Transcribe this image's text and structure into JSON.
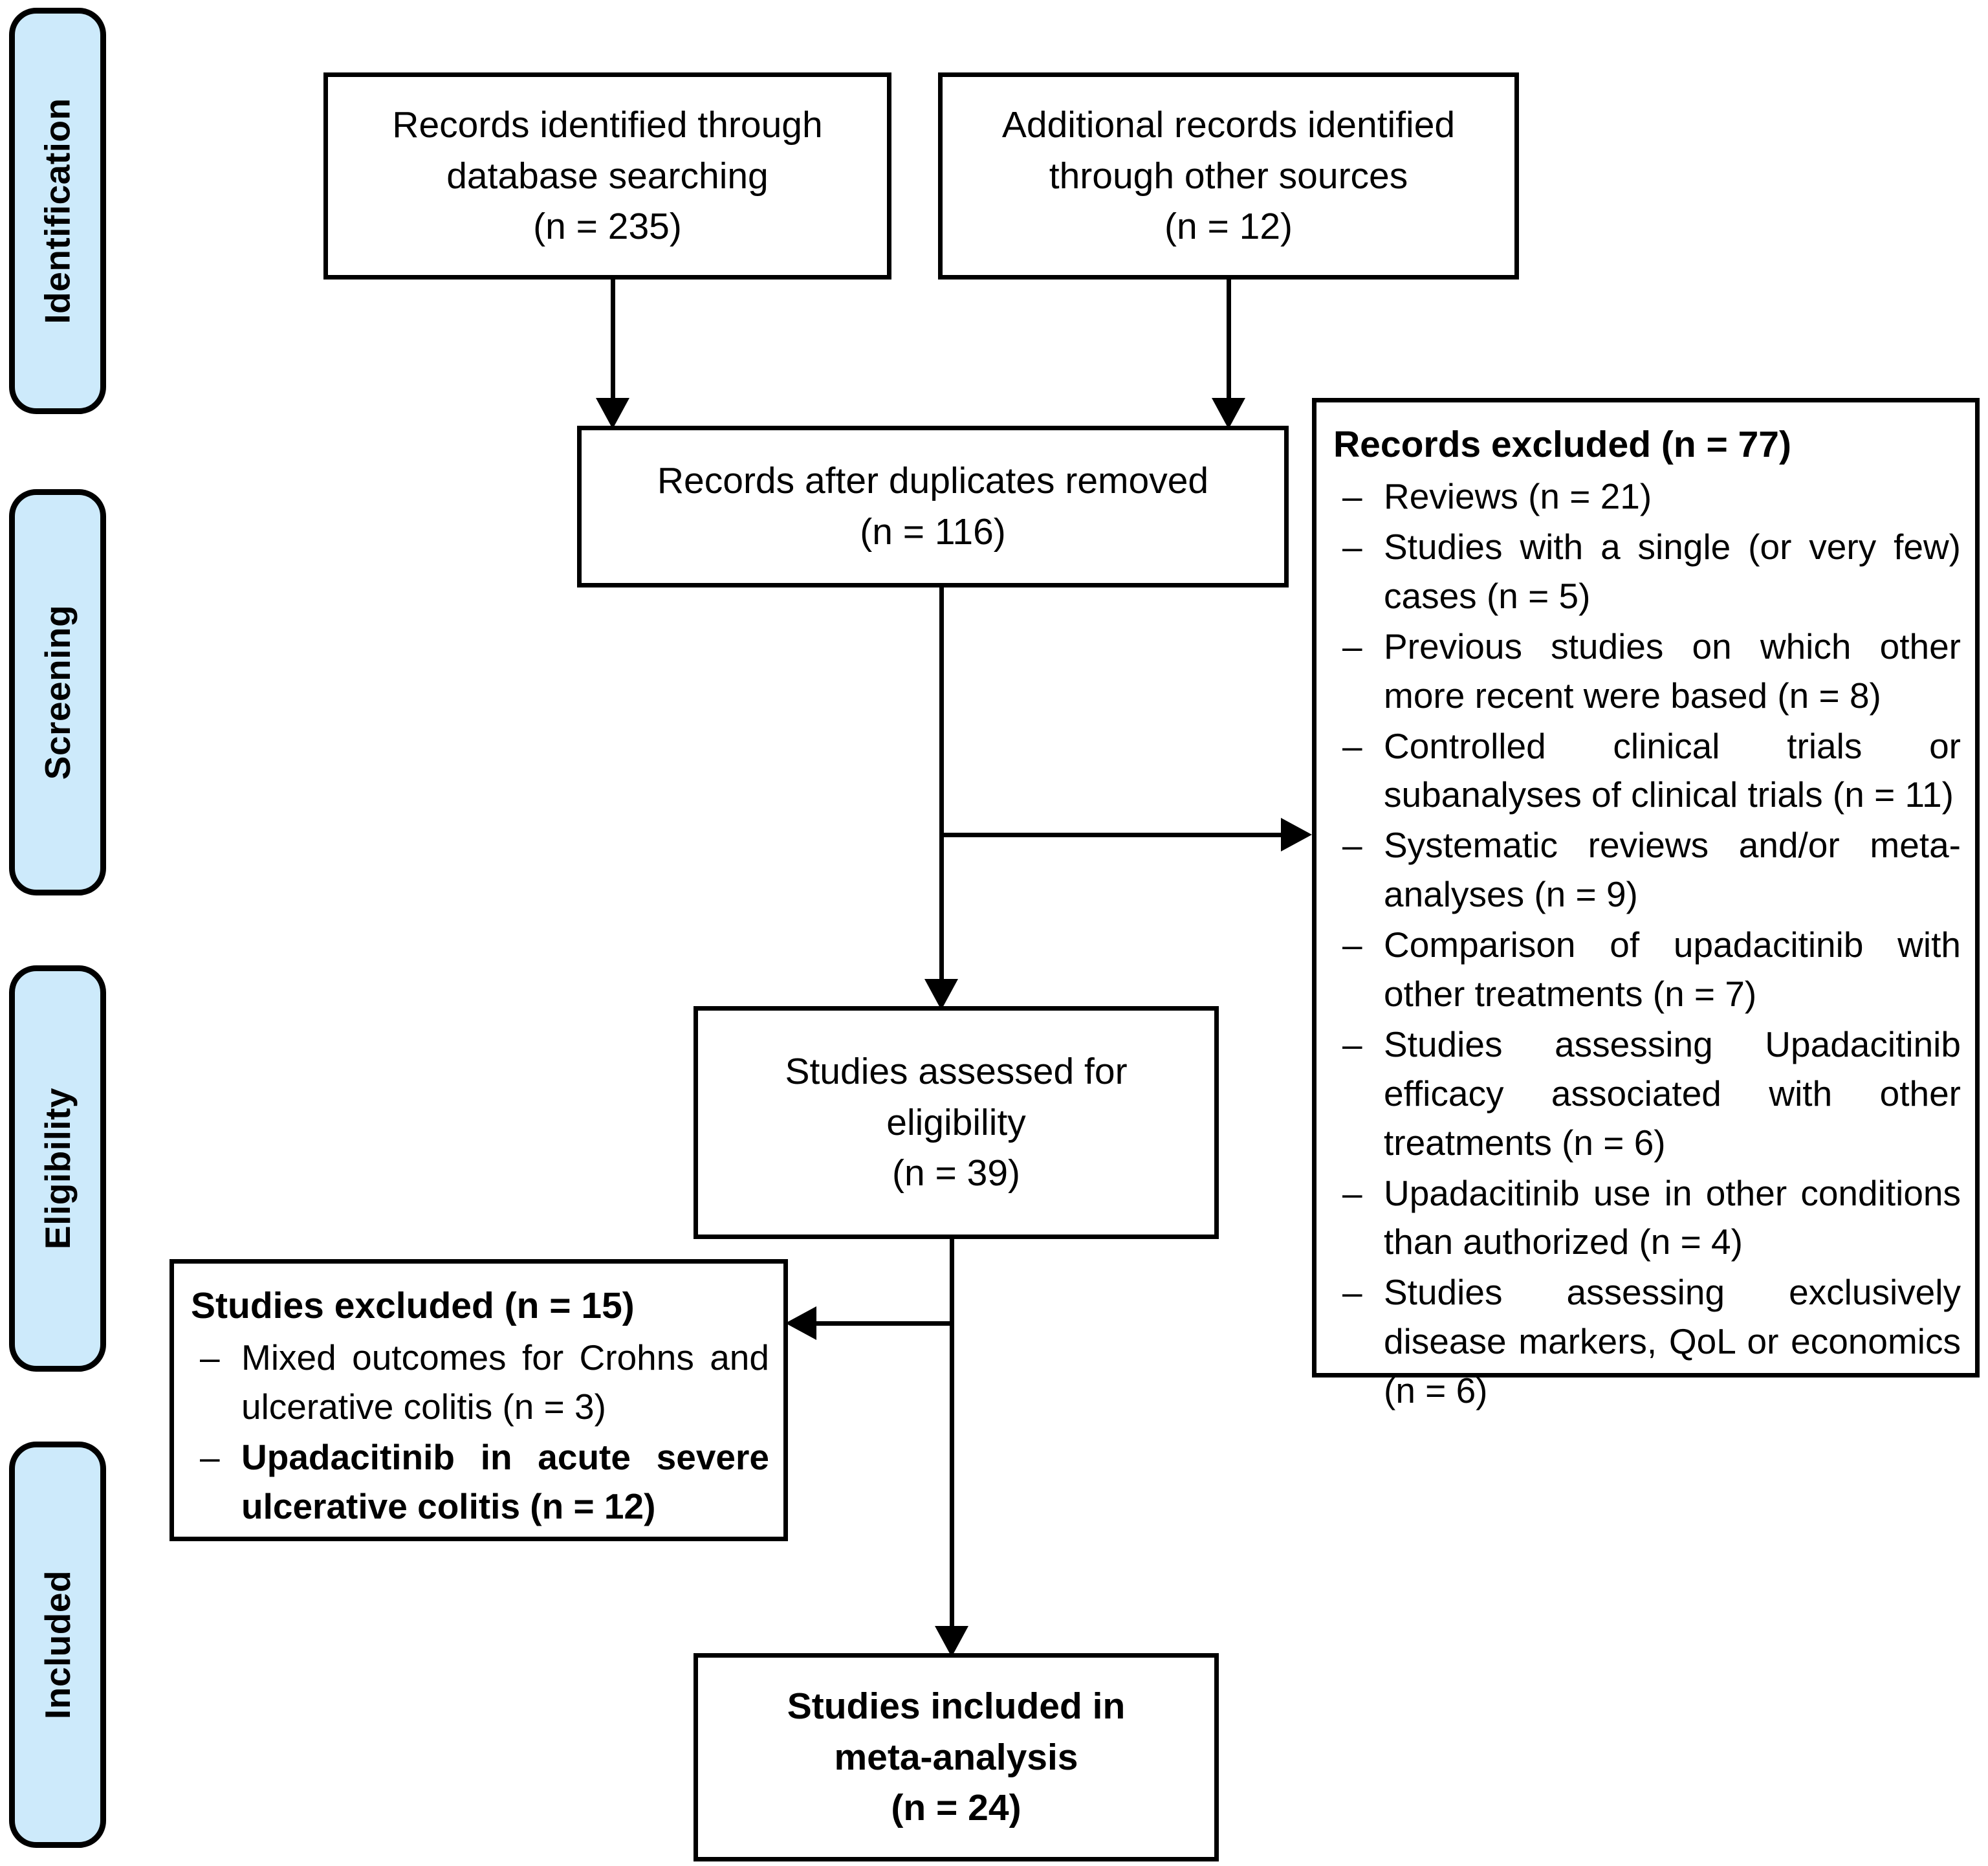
{
  "diagram": {
    "type": "prisma-flow-diagram",
    "stages": [
      {
        "id": "identification",
        "label": "Identification"
      },
      {
        "id": "screening",
        "label": "Screening"
      },
      {
        "id": "eligibility",
        "label": "Eligibility"
      },
      {
        "id": "included",
        "label": "Included"
      }
    ],
    "colors": {
      "stage_fill": "#cdeafb",
      "stroke": "#000000",
      "box_fill": "#ffffff"
    },
    "boxes": {
      "db_search": {
        "line1": "Records identified through",
        "line2": "database searching",
        "line3": "(n = 235)"
      },
      "other_sources": {
        "line1": "Additional records identified",
        "line2": "through other sources",
        "line3": "(n = 12)"
      },
      "after_duplicates": {
        "line1": "Records after duplicates removed",
        "line2": "(n = 116)"
      },
      "assessed": {
        "line1": "Studies assessed for",
        "line2": "eligibility",
        "line3": "(n = 39)"
      },
      "included": {
        "line1": "Studies included in",
        "line2": "meta-analysis",
        "line3": "(n = 24)"
      }
    },
    "records_excluded": {
      "title": "Records excluded (n = 77)",
      "dash": "–",
      "items": [
        {
          "text": "Reviews (n = 21)",
          "bold": false
        },
        {
          "text": "Studies with a single (or very few) cases (n = 5)",
          "bold": false
        },
        {
          "text": "Previous studies on which other more recent were based (n = 8)",
          "bold": false
        },
        {
          "text": "Controlled clinical trials or subanalyses of clinical trials (n = 11)",
          "bold": false
        },
        {
          "text": "Systematic reviews and/or meta-analyses (n = 9)",
          "bold": false
        },
        {
          "text": "Comparison of upadacitinib with other treatments (n = 7)",
          "bold": false
        },
        {
          "text": "Studies assessing Upadacitinib efficacy associated with other treatments (n = 6)",
          "bold": false
        },
        {
          "text": "Upadacitinib use in other conditions than authorized (n = 4)",
          "bold": false
        },
        {
          "text": "Studies assessing exclusively disease markers, QoL or economics (n = 6)",
          "bold": false
        }
      ]
    },
    "studies_excluded": {
      "title": "Studies excluded (n = 15)",
      "dash": "–",
      "items": [
        {
          "text": "Mixed outcomes for Crohns and ulcerative colitis (n = 3)",
          "bold": false
        },
        {
          "text": "Upadacitinib in acute severe ulcerative colitis (n = 12)",
          "bold": true
        }
      ]
    },
    "counts": {
      "database_searching": 235,
      "other_sources": 12,
      "after_duplicates": 116,
      "records_excluded_total": 77,
      "assessed_for_eligibility": 39,
      "studies_excluded_total": 15,
      "included_in_meta_analysis": 24
    }
  }
}
